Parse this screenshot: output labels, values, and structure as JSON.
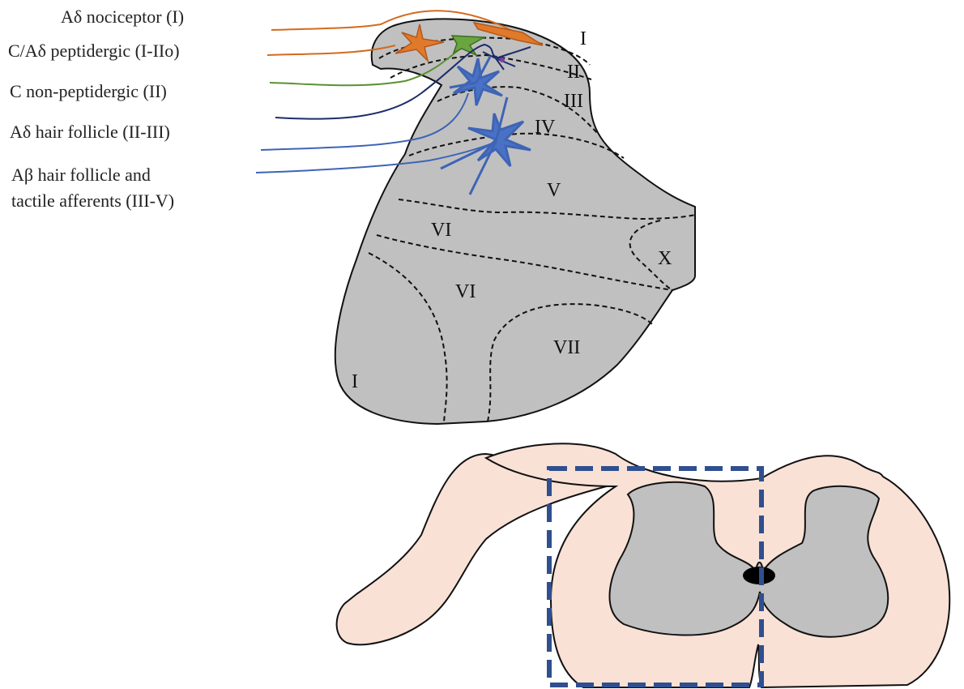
{
  "fiber_labels": {
    "ad_nociceptor": "Aδ nociceptor (I)",
    "c_ad_peptidergic": "C/Aδ peptidergic (I-IIo)",
    "c_nonpeptidergic": "C non-peptidergic (II)",
    "ad_hair_follicle": "Aδ hair follicle  (II-III)",
    "ab_line1": "Aβ  hair follicle and",
    "ab_line2": "tactile afferents (III-V)"
  },
  "laminae": {
    "I_top": "I",
    "II": "II",
    "III": "III",
    "IV": "IV",
    "V": "V",
    "VI_upper": "VI",
    "VI_lower": "VI",
    "VII": "VII",
    "X": "X",
    "I_ventral": "I"
  },
  "colors": {
    "grey_matter": "#c0c0c0",
    "white_matter": "#f9e1d6",
    "orange_fiber": "#d46a1f",
    "green_fiber": "#5a9132",
    "darkblue_fiber": "#1d2d6b",
    "blue_fiber": "#3e64b5",
    "box_outline": "#2f4f8f"
  }
}
